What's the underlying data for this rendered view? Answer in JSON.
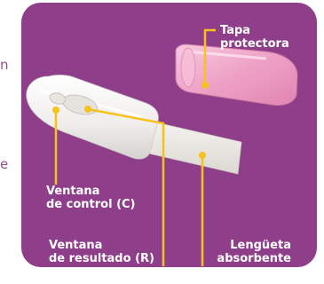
{
  "colors": {
    "panel_bg": "#8f3e8a",
    "leader_line": "#f7c21b",
    "label_text": "#ffffff",
    "edge_text": "#9a4a8e",
    "cap": "#f4a6c8",
    "test_body": "#f3f1f0",
    "absorbent_strip": "#e9e6e2"
  },
  "edge_fragments": [
    "n",
    "e"
  ],
  "labels": {
    "cap": [
      "Tapa",
      "protectora"
    ],
    "control_window": [
      "Ventana",
      "de control (C)"
    ],
    "result_window": [
      "Ventana",
      "de resultado (R)"
    ],
    "absorbent_tip": [
      "Lengüeta",
      "absorbente"
    ]
  }
}
